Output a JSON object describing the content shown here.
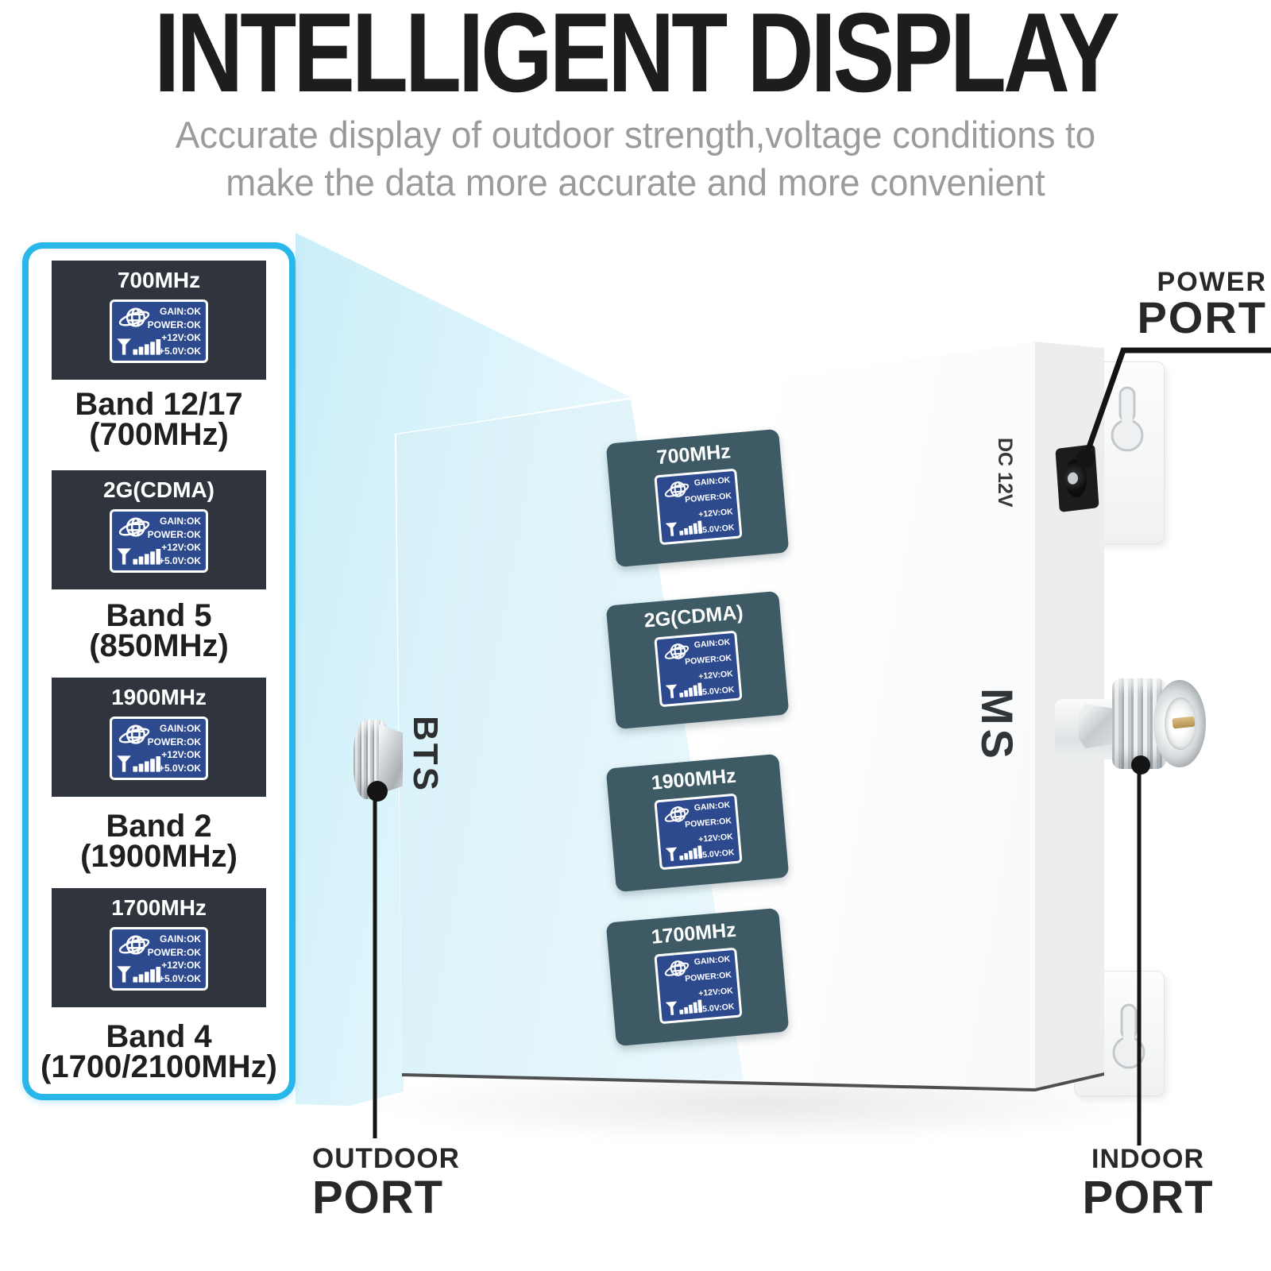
{
  "header": {
    "title": "INTELLIGENT DISPLAY",
    "subtitle_line1": "Accurate display of outdoor strength,voltage conditions to",
    "subtitle_line2": "make the data more accurate and more convenient"
  },
  "lcd_status": {
    "gain": "GAIN:OK",
    "power": "POWER:OK",
    "v12": "+12V:OK",
    "v5": "+5.0V:OK"
  },
  "sidebar": {
    "panels": [
      {
        "freq": "700MHz",
        "band": "Band 12/17",
        "range": "(700MHz)"
      },
      {
        "freq": "2G(CDMA)",
        "band": "Band 5",
        "range": "(850MHz)"
      },
      {
        "freq": "1900MHz",
        "band": "Band 2",
        "range": "(1900MHz)"
      },
      {
        "freq": "1700MHz",
        "band": "Band 4",
        "range": "(1700/2100MHz)"
      }
    ]
  },
  "device": {
    "displays": [
      {
        "freq": "700MHz"
      },
      {
        "freq": "2G(CDMA)"
      },
      {
        "freq": "1900MHz"
      },
      {
        "freq": "1700MHz"
      }
    ],
    "bts_label": "BTS",
    "ms_label": "MS",
    "dc_label": "DC 12V"
  },
  "callouts": {
    "power": {
      "top": "POWER",
      "bottom": "PORT"
    },
    "outdoor": {
      "top": "OUTDOOR",
      "bottom": "PORT"
    },
    "indoor": {
      "top": "INDOOR",
      "bottom": "PORT"
    }
  },
  "icons": {
    "globe": "globe-icon",
    "antenna": "antenna-signal-bars-icon",
    "keyhole": "keyhole-mount-slot-icon"
  },
  "colors": {
    "accent_cyan": "#29b7ea",
    "lcd_blue": "#2d4a8f",
    "sidebar_panel_dark": "#30353d",
    "device_panel_teal": "#3d5a65",
    "title_black": "#1d1d1d",
    "subtitle_gray": "#9b9b9b",
    "callout_black": "#26282a"
  }
}
